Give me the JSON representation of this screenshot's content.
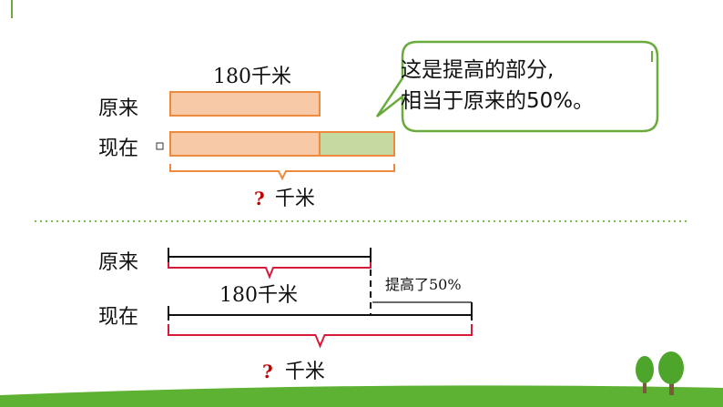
{
  "top_diagram": {
    "length_label": "180千米",
    "row1_label": "原来",
    "row2_label": "现在",
    "question_mark": "?",
    "question_unit": "千米",
    "original_bar_color": "#f8c9a6",
    "increase_bar_color": "#c6d9a0",
    "bar_border_color": "#ed8a3e",
    "brace_color": "#ed8a3e"
  },
  "speech_bubble": {
    "line1": "这是提高的部分,",
    "line2": "相当于原来的50%。",
    "border_color": "#6aab3d"
  },
  "divider_color": "#7dbb4a",
  "bottom_diagram": {
    "row1_label": "原来",
    "row2_label": "现在",
    "length_label": "180千米",
    "increase_label": "提高了50%",
    "question_mark": "?",
    "question_unit": "千米",
    "increase_fraction": 0.5,
    "brace_color": "#d8193a"
  },
  "decor": {
    "ground_color": "#5db233",
    "tree_color": "#4ea52c"
  }
}
